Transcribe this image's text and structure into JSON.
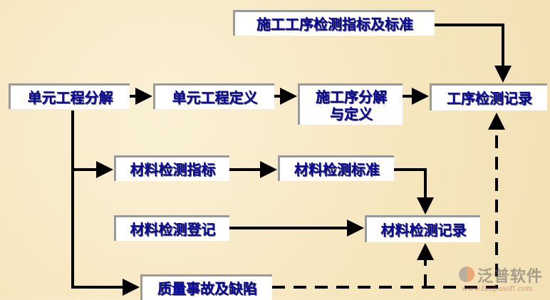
{
  "nodes": {
    "std": "施工工序检测指标及标准",
    "unit_decomp": "单元工程分解",
    "unit_def": "单元工程定义",
    "proc_decomp": "施工序分解与定义",
    "proc_record": "工序检测记录",
    "mat_index": "材料检测指标",
    "mat_std": "材料检测标准",
    "mat_reg": "材料检测登记",
    "mat_record": "材料检测记录",
    "quality": "质量事故及缺陷"
  },
  "logo": {
    "name": "泛普软件",
    "url": "www.fanpusoft.com"
  }
}
